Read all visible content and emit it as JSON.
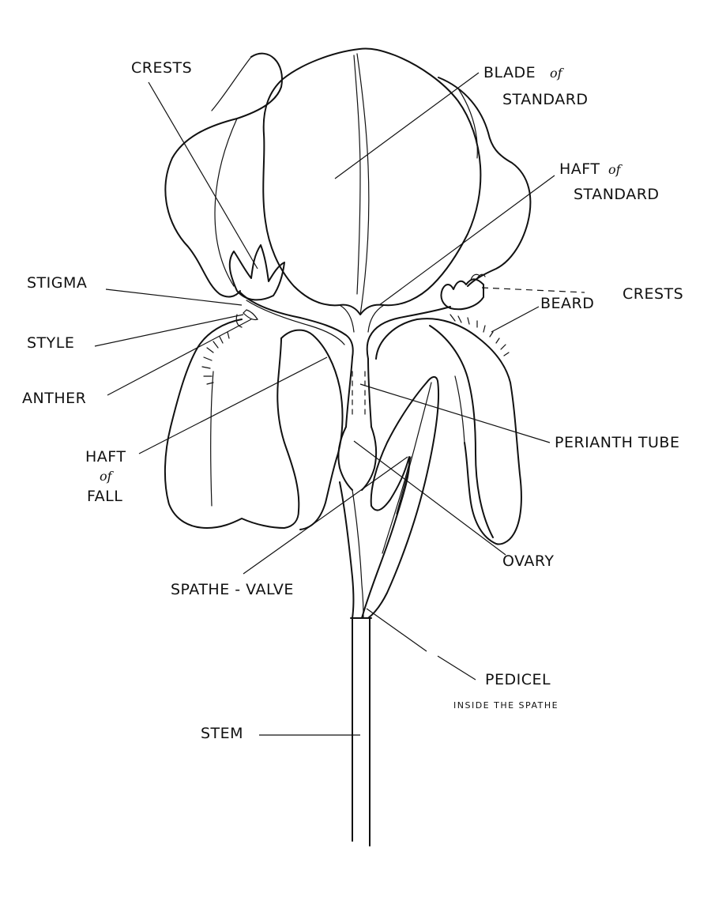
{
  "labels": {
    "crests_left": "CRESTS",
    "blade_line1": "BLADE",
    "blade_of": "of",
    "blade_line2": "STANDARD",
    "haft_std_line1": "HAFT",
    "haft_std_of": "of",
    "haft_std_line2": "STANDARD",
    "stigma": "STIGMA",
    "crests_right": "CRESTS",
    "beard": "BEARD",
    "style": "STYLE",
    "anther": "ANTHER",
    "perianth_tube": "PERIANTH TUBE",
    "haft_fall_line1": "HAFT",
    "haft_fall_of": "of",
    "haft_fall_line2": "FALL",
    "ovary": "OVARY",
    "spathe_valve": "SPATHE - VALVE",
    "pedicel": "PEDICEL",
    "pedicel_note": "INSIDE THE SPATHE",
    "stem": "STEM"
  }
}
